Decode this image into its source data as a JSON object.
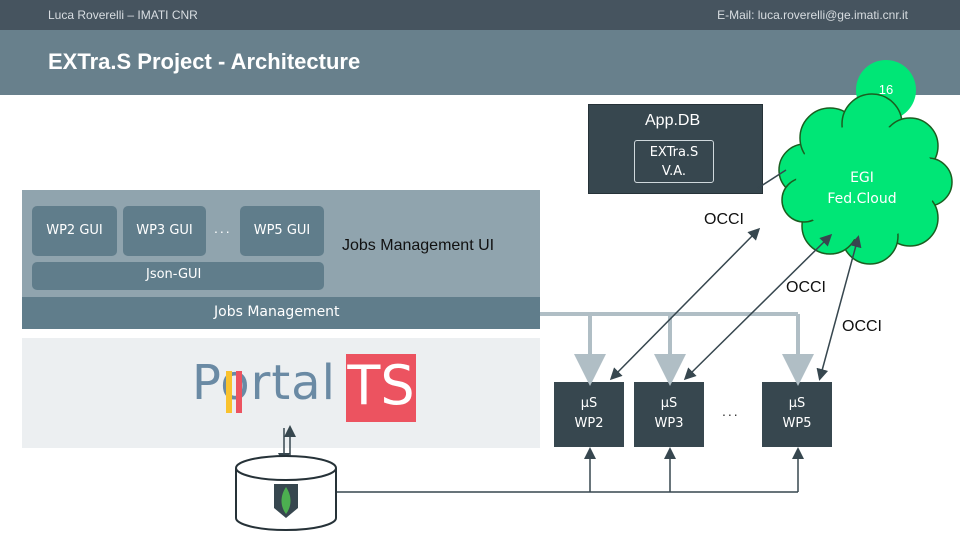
{
  "header": {
    "author": "Luca Roverelli – IMATI CNR",
    "email": "E-Mail: luca.roverelli@ge.imati.cnr.it",
    "title": "EXTra.S Project - Architecture",
    "page_number": "16"
  },
  "diagram": {
    "appdb": {
      "label": "App.DB",
      "va_line1": "EXTra.S",
      "va_line2": "V.A."
    },
    "cloud": {
      "line1": "EGI",
      "line2": "Fed.Cloud"
    },
    "gui_boxes": [
      "WP2 GUI",
      "WP3 GUI",
      "WP5 GUI"
    ],
    "ellipsis": "...",
    "json_gui": "Json-GUI",
    "jobs_management_ui": "Jobs Management UI",
    "jobs_management": "Jobs Management",
    "portal": {
      "text": "Portal",
      "ts": "TS"
    },
    "microservices": [
      {
        "line1": "µS",
        "line2": "WP2"
      },
      {
        "line1": "µS",
        "line2": "WP3"
      },
      {
        "line1": "µS",
        "line2": "WP5"
      }
    ],
    "occi_labels": [
      "OCCI",
      "OCCI",
      "OCCI"
    ],
    "colors": {
      "dark": "#37474f",
      "panel": "#90a4ae",
      "box": "#607d8b",
      "cloud": "#00e676",
      "ts_brand": "#ec5360"
    }
  }
}
